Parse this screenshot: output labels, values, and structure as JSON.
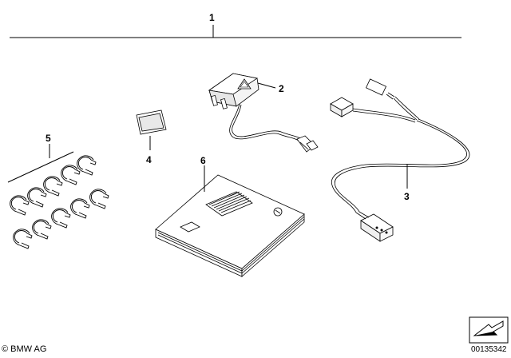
{
  "callouts": {
    "c1": "1",
    "c2": "2",
    "c3": "3",
    "c4": "4",
    "c5": "5",
    "c6": "6"
  },
  "footer": {
    "copyright": "© BMW AG",
    "diagram_number": "00135342"
  },
  "icons": {
    "hazard": "hazard-warning-triangle",
    "arrow": "arrow-icon"
  }
}
